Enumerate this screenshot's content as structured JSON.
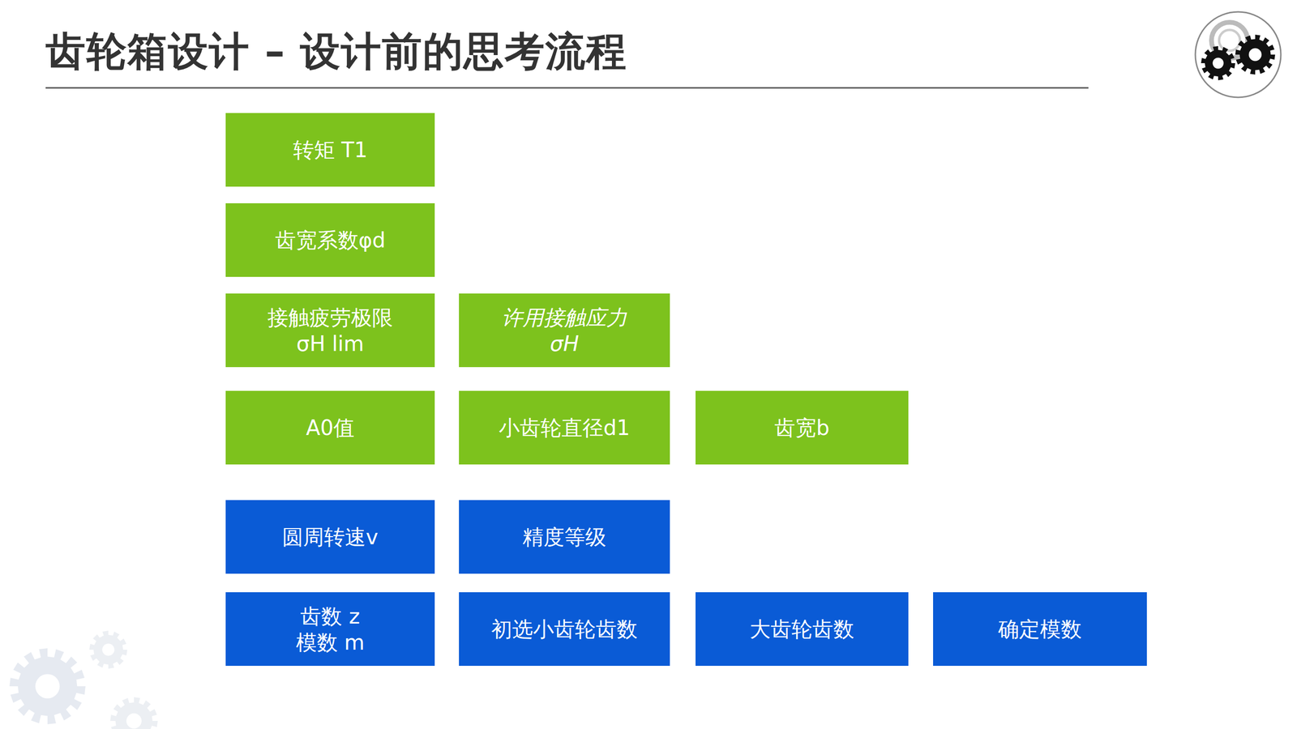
{
  "diagram": {
    "title": "齿轮箱设计 – 设计前的思考流程",
    "nodes": [
      {
        "text": [
          "转矩 T1"
        ]
      },
      {
        "text": [
          "齿宽系数φd"
        ]
      },
      {
        "text": [
          "接触疲劳极限 σH lim"
        ]
      },
      {
        "text": [
          "许用接触应力 σH"
        ]
      },
      {
        "text": [
          "A0值"
        ]
      },
      {
        "text": [
          "小齿轮直径d1"
        ]
      },
      {
        "text": [
          "齿宽b"
        ]
      },
      {
        "text": [
          "圆周转速v"
        ]
      },
      {
        "text": [
          "精度等级"
        ]
      },
      {
        "text": [
          "齿数 z 模数 m"
        ]
      },
      {
        "text": [
          "初选小齿轮齿数"
        ]
      },
      {
        "text": [
          "大齿轮齿数"
        ]
      },
      {
        "text": [
          "确定模数"
        ]
      }
    ]
  }
}
